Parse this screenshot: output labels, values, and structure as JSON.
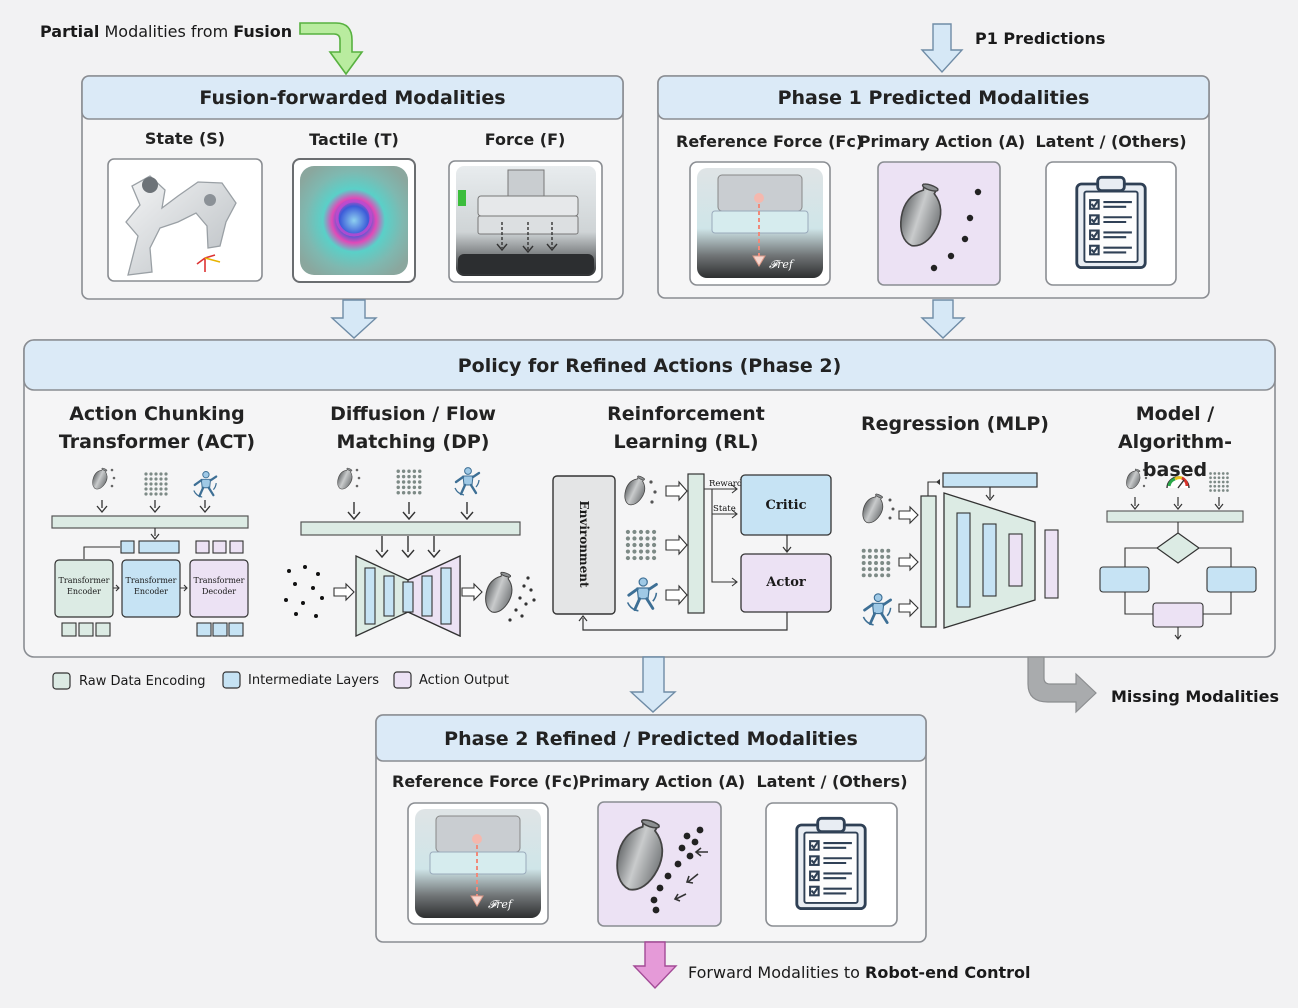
{
  "top_left": {
    "bold1": "Partial",
    "mid": " Modalities from ",
    "bold2": "Fusion"
  },
  "top_right": {
    "label": "P1 Predictions"
  },
  "fusion_box": {
    "title": "Fusion-forwarded Modalities",
    "items": [
      "State (S)",
      "Tactile (T)",
      "Force (F)"
    ]
  },
  "phase1_box": {
    "title": "Phase 1 Predicted Modalities",
    "items": [
      "Reference Force (Fc)",
      "Primary Action (A)",
      "Latent / (Others)"
    ]
  },
  "policy_box": {
    "title": "Policy for Refined Actions (Phase 2)",
    "methods": [
      {
        "line1": "Action Chunking",
        "line2": "Transformer (ACT)"
      },
      {
        "line1": "Diffusion / Flow",
        "line2": "Matching (DP)"
      },
      {
        "line1": "Reinforcement",
        "line2": "Learning (RL)"
      },
      {
        "line1": "Regression (MLP)",
        "line2": ""
      },
      {
        "line1": "Model /",
        "line2": "Algorithm-based"
      }
    ],
    "act_blocks": [
      "Transformer Encoder",
      "Transformer Encoder",
      "Transformer Decoder"
    ],
    "rl_labels": {
      "environment": "Environment",
      "critic": "Critic",
      "actor": "Actor",
      "reward": "Reward",
      "state": "State"
    }
  },
  "legend": [
    {
      "label": "Raw Data Encoding",
      "color": "#dcebe4"
    },
    {
      "label": "Intermediate Layers",
      "color": "#cde6f5"
    },
    {
      "label": "Action Output",
      "color": "#ece2f4"
    }
  ],
  "missing": {
    "label": "Missing Modalities"
  },
  "phase2_box": {
    "title": "Phase 2 Refined / Predicted Modalities",
    "items": [
      "Reference Force (Fc)",
      "Primary Action (A)",
      "Latent / (Others)"
    ]
  },
  "bottom": {
    "plain": "Forward Modalities to ",
    "bold": "Robot-end Control"
  },
  "force_symbol": "𝓕ref",
  "colors": {
    "header_blue": "#dbeaf7",
    "arrow_blue": "#d6e8f6",
    "arrow_green": "#b9ec9f",
    "arrow_pink": "#e59ad8",
    "action_purple": "#ece2f4",
    "layer_blue": "#c6e3f4",
    "encoding_green": "#dcebe4"
  }
}
